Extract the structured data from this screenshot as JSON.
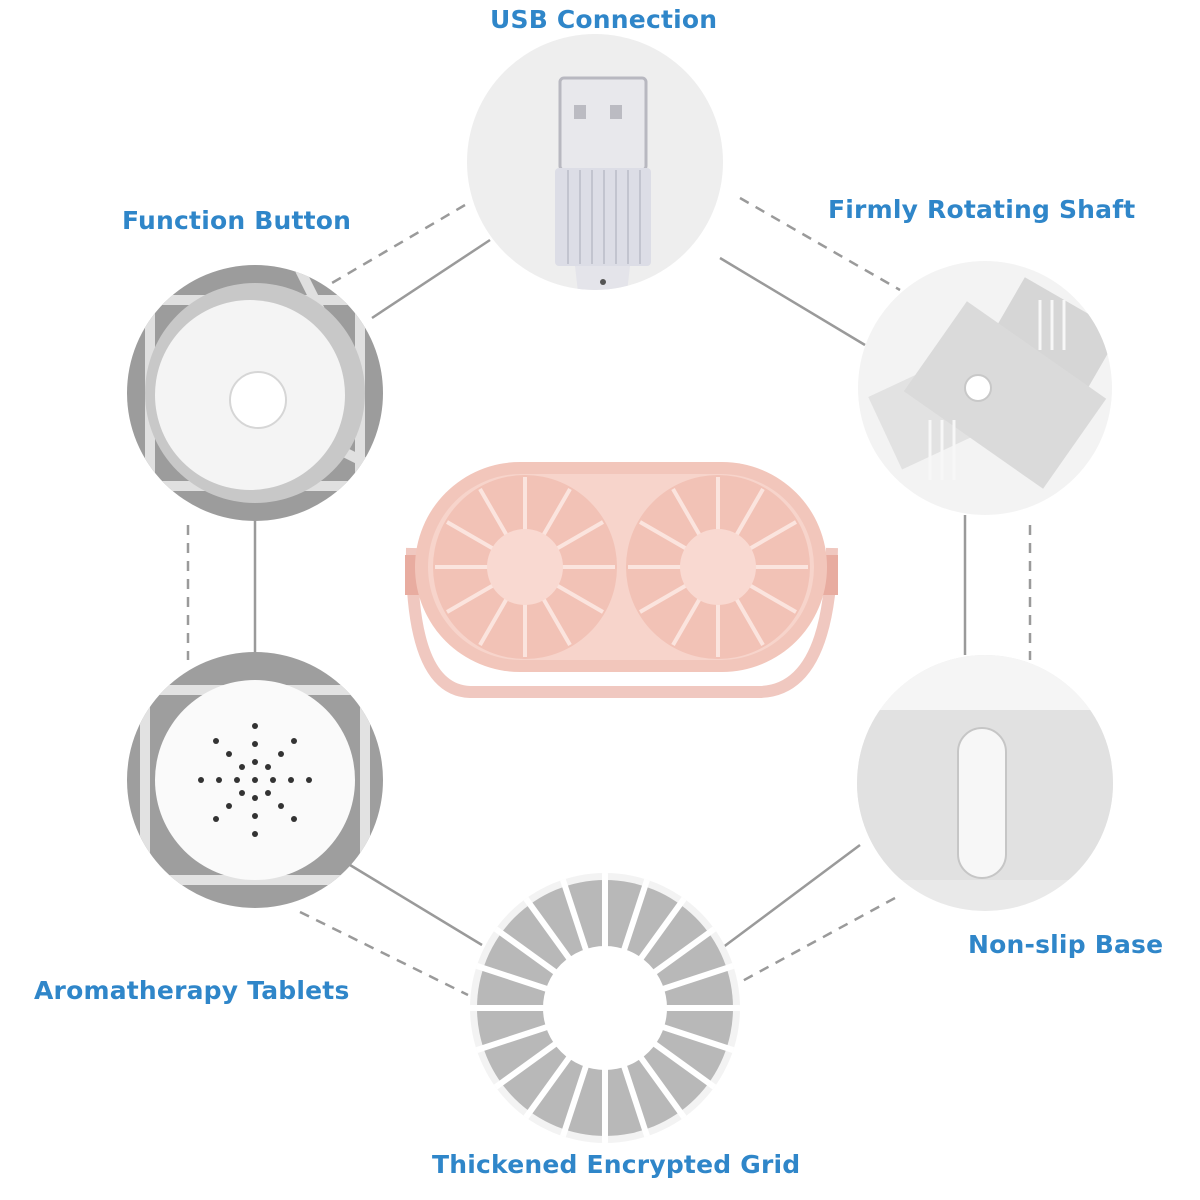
{
  "labels": {
    "usb": "USB Connection",
    "function_button": "Function Button",
    "rotating_shaft": "Firmly Rotating Shaft",
    "aromatherapy": "Aromatherapy Tablets",
    "non_slip_base": "Non-slip Base",
    "grid": "Thickened Encrypted Grid"
  },
  "colors": {
    "label_text": "#2f86c9",
    "fan_pink": "#f2c6bb",
    "connector_gray": "#9a9a9a"
  }
}
